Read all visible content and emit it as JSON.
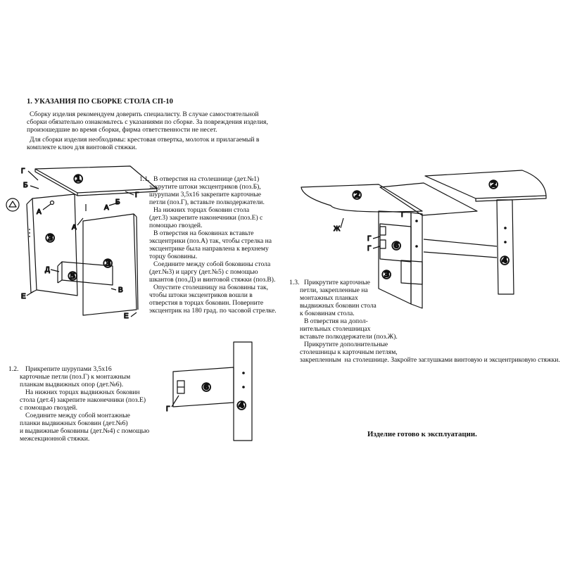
{
  "heading": "1. УКАЗАНИЯ ПО СБОРКЕ СТОЛА СП-10",
  "intro": [
    "Сборку изделия рекомендуем доверить специалисту. В случае самостоятельной",
    "сборки обязательно ознакомьтесь с указаниями по сборке. За повреждения изделия,",
    "произошедшие во время сборки, фирма ответственности не несет.",
    "Для сборки изделия необходимы: крестовая отвертка, молоток и прилагаемый в",
    "комплекте ключ для винтовой стяжки."
  ],
  "step_1_1": {
    "num": "1.1.",
    "lines": [
      "В отверстия на столешнице (дет.№1)",
      "закрутите штоки эксцентриков (поз.Б),",
      "шурупами 3,5х16 закрепите карточные",
      "петли (поз.Г), вставьте полкодержатели.",
      "На нижних торцах боковин стола",
      "(дет.3) закрепите наконечники (поз.Е) с",
      "помощью гвоздей.",
      "В отверстия на боковинах вставьте",
      "эксцентрики (поз.А) так, чтобы стрелка на",
      "эксцентрике была направлена к верхнему",
      "торцу боковины.",
      "Соедините между собой боковины стола",
      "(дет.№3) и царгу (дет.№5) с помощью",
      "шкантов (поз.Д) и винтовой стяжки (поз.В).",
      "Опустите столешницу на боковины так,",
      "чтобы штоки эксцентриков вошли в",
      "отверстия в торцах боковин. Поверните",
      "эксцентрик на 180 град. по часовой стрелке."
    ]
  },
  "step_1_2": {
    "num": "1.2.",
    "lines": [
      "Прикрепите шурупами 3,5х16",
      "карточные петли (поз.Г) к монтажным",
      "планкам выдвижных опор (дет.№6).",
      "На нижних торцах выдвижных боковин",
      "стола (дет.4) закрепите наконечники (поз.Е)",
      "с помощью гвоздей.",
      "Соедините между собой монтажные",
      "планки выдвижных боковин (дет.№6)",
      "и выдвижные боковины (дет.№4) с помощью",
      "межсекционной стяжки."
    ]
  },
  "step_1_3": {
    "num": "1.3.",
    "lines": [
      "Прикрутите карточные",
      "петли, закрепленные на",
      "монтажных планках",
      "выдвижных боковин стола",
      "к боковинам стола.",
      "В отверстия на допол-",
      "нительных столешницах",
      "вставьте полкодержатели (поз.Ж).",
      "Прикрутите дополнительные",
      "столешницы к карточным петлям,",
      "закрепленным  на столешнице. Закройте заглушками винтовую и эксцентриковую стяжки."
    ]
  },
  "final_note": "Изделие  готово к эксплуатации.",
  "labels": {
    "d1": "①",
    "d2": "②",
    "d3": "③",
    "d4": "④",
    "d5": "⑤",
    "d6": "⑥",
    "A": "А",
    "B": "Б",
    "V": "В",
    "G": "Г",
    "D": "Д",
    "E": "Е",
    "Zh": "Ж"
  }
}
